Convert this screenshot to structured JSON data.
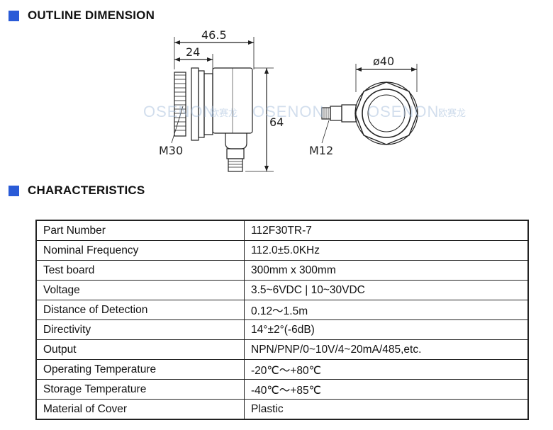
{
  "sections": {
    "outline": "OUTLINE DIMENSION",
    "characteristics": "CHARACTERISTICS"
  },
  "drawing": {
    "dim_total_length": "46.5",
    "dim_body_length": "24",
    "dim_height": "64",
    "dim_diameter": "ø40",
    "thread_main": "M30",
    "thread_connector": "M12",
    "watermark_brand": "OSENON",
    "watermark_cn": "欧赛龙"
  },
  "table": {
    "rows": [
      {
        "label": "Part Number",
        "value": "112F30TR-7"
      },
      {
        "label": "Nominal Frequency",
        "value": "112.0±5.0KHz"
      },
      {
        "label": "Test board",
        "value": "300mm x 300mm"
      },
      {
        "label": "Voltage",
        "value": "3.5~6VDC | 10~30VDC"
      },
      {
        "label": "Distance of Detection",
        "value": "0.12～1.5m"
      },
      {
        "label": "Directivity",
        "value": "14°±2°(-6dB)"
      },
      {
        "label": "Output",
        "value": "NPN/PNP/0~10V/4~20mA/485,etc."
      },
      {
        "label": "Operating Temperature",
        "value": "-20℃～+80℃"
      },
      {
        "label": "Storage Temperature",
        "value": "-40℃～+85℃"
      },
      {
        "label": "Material of Cover",
        "value": "Plastic"
      }
    ]
  }
}
